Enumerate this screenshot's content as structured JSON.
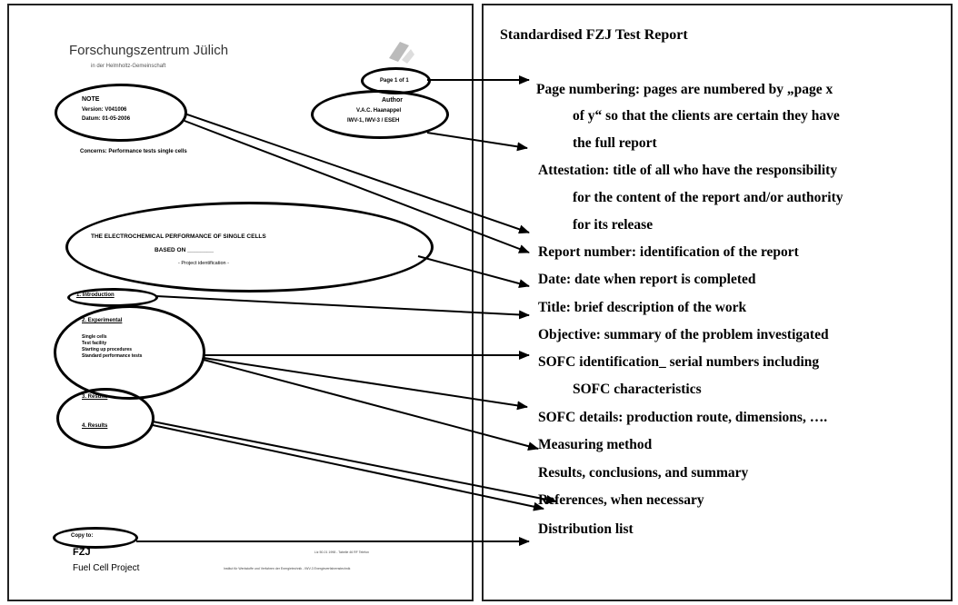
{
  "doc": {
    "institute": "Forschungszentrum Jülich",
    "institute_sub": "in der Helmholtz-Gemeinschaft",
    "page_box": "Page 1 of 1",
    "note_title": "NOTE",
    "version_line": "Version: V041006",
    "datum_line": "Datum: 01-05-2006",
    "author_title": "Author",
    "author_name": "V.A.C. Haanappel",
    "author_dept": "IWV-1, IWV-3 / ESEH",
    "concerns": "Concerns: Performance tests single cells",
    "title_line1": "THE ELECTROCHEMICAL PERFORMANCE OF SINGLE CELLS",
    "title_line2": "BASED ON ________",
    "title_line3": "- Project identification -",
    "sec_intro": "1. Introduction",
    "sec_exp": "2. Experimental",
    "exp_items": [
      "Single cells",
      "Test facility",
      "Starting up procedures",
      "Standard performance tests"
    ],
    "sec_results": "3. Results",
    "sec_refs": "4. Results",
    "copy_box": "Copy to:",
    "logo": "FZJ",
    "fuel_cell": "Fuel Cell Project",
    "footer_right1": "Liz 50-01 1998 - Tabelle 46 RF Telefon",
    "footer_right2": "Institut für Werkstoffe und Verfahren der Energietechnik - IWV-3 Energieverfahrenstechnik"
  },
  "report": {
    "heading": "Standardised FZJ Test Report",
    "lines": [
      "Page numbering: pages are numbered by „page x",
      "of y“ so that the clients are certain they have",
      "the full report",
      "Attestation: title of all who have the responsibility",
      "for the content of the report and/or authority",
      "for its release",
      "Report number: identification of the report",
      "Date: date when report is completed",
      "Title: brief description of the work",
      "Objective: summary of the problem investigated",
      "SOFC identification_ serial numbers including",
      "SOFC characteristics",
      "SOFC details: production route, dimensions, ….",
      "Measuring method",
      "Results, conclusions, and summary",
      "References, when necessary",
      "Distribution list"
    ]
  }
}
